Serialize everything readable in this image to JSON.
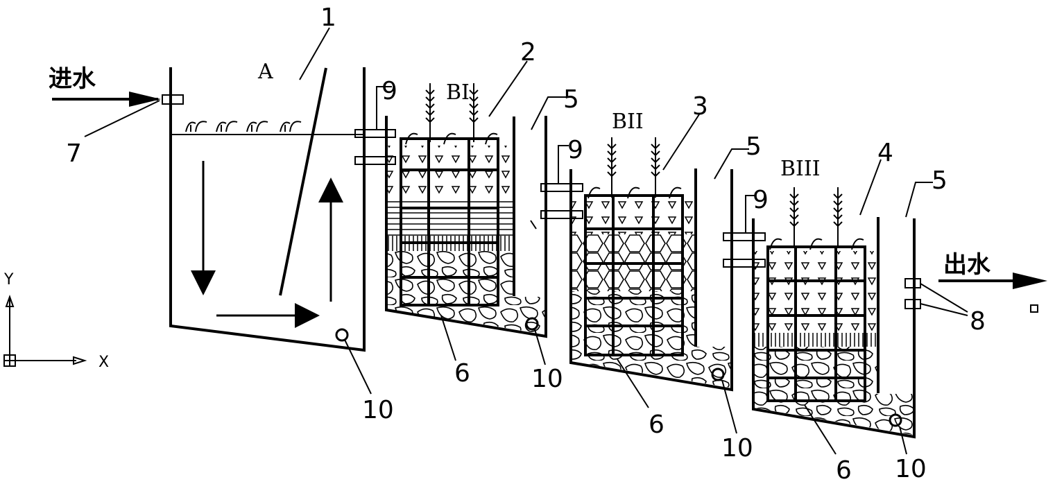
{
  "inflow_label": "进水",
  "outflow_label": "出水",
  "tanks": {
    "a": "A",
    "b1": "BI",
    "b2": "BII",
    "b3": "BIII"
  },
  "numbers": {
    "n1": "1",
    "n2": "2",
    "n3": "3",
    "n4": "4",
    "n5a": "5",
    "n5b": "5",
    "n5c": "5",
    "n6a": "6",
    "n6b": "6",
    "n6c": "6",
    "n7": "7",
    "n8": "8",
    "n9a": "9",
    "n9b": "9",
    "n9c": "9",
    "n10a": "10",
    "n10b": "10",
    "n10c": "10",
    "n10d": "10"
  },
  "axis": {
    "x": "X",
    "y": "Y"
  },
  "colors": {
    "line": "#000000",
    "background": "#ffffff"
  }
}
